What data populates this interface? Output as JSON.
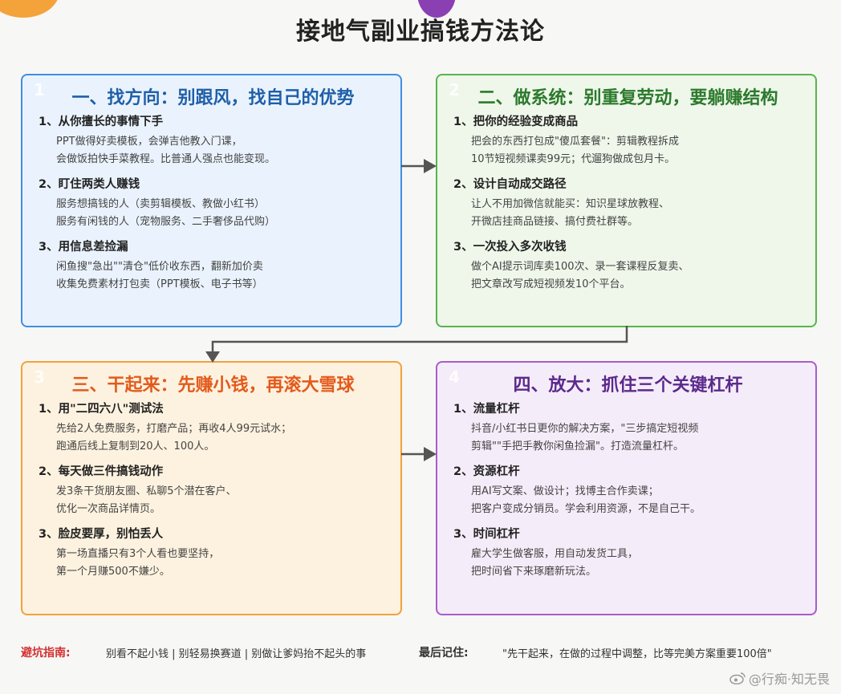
{
  "title": "接地气副业搞钱方法论",
  "colors": {
    "blue": "#3f8fe0",
    "green": "#57b54c",
    "orange": "#f0a23c",
    "purple": "#a85ccd",
    "warning_red": "#d32f2f"
  },
  "cards": [
    {
      "num": "1",
      "title": "一、找方向：别跟风，找自己的优势",
      "items": [
        {
          "head": "1、从你擅长的事情下手",
          "lines": [
            "PPT做得好卖模板，会弹吉他教入门课，",
            "会做饭拍快手菜教程。比普通人强点也能变现。"
          ]
        },
        {
          "head": "2、盯住两类人赚钱",
          "lines": [
            "服务想搞钱的人（卖剪辑模板、教做小红书）",
            "服务有闲钱的人（宠物服务、二手奢侈品代购）"
          ]
        },
        {
          "head": "3、用信息差捡漏",
          "lines": [
            "闲鱼搜\"急出\"\"清仓\"低价收东西，翻新加价卖",
            "收集免费素材打包卖（PPT模板、电子书等）"
          ]
        }
      ]
    },
    {
      "num": "2",
      "title": "二、做系统：别重复劳动，要躺赚结构",
      "items": [
        {
          "head": "1、把你的经验变成商品",
          "lines": [
            "把会的东西打包成\"傻瓜套餐\"：剪辑教程拆成",
            "10节短视频课卖99元；代遛狗做成包月卡。"
          ]
        },
        {
          "head": "2、设计自动成交路径",
          "lines": [
            "让人不用加微信就能买：知识星球放教程、",
            "开微店挂商品链接、搞付费社群等。"
          ]
        },
        {
          "head": "3、一次投入多次收钱",
          "lines": [
            "做个AI提示词库卖100次、录一套课程反复卖、",
            "把文章改写成短视频发10个平台。"
          ]
        }
      ]
    },
    {
      "num": "3",
      "title": "三、干起来：先赚小钱，再滚大雪球",
      "items": [
        {
          "head": "1、用\"二四六八\"测试法",
          "lines": [
            "先给2人免费服务，打磨产品；再收4人99元试水；",
            "跑通后线上复制到20人、100人。"
          ]
        },
        {
          "head": "2、每天做三件搞钱动作",
          "lines": [
            "发3条干货朋友圈、私聊5个潜在客户、",
            "优化一次商品详情页。"
          ]
        },
        {
          "head": "3、脸皮要厚，别怕丢人",
          "lines": [
            "第一场直播只有3个人看也要坚持，",
            "第一个月赚500不嫌少。"
          ]
        }
      ]
    },
    {
      "num": "4",
      "title": "四、放大：抓住三个关键杠杆",
      "items": [
        {
          "head": "1、流量杠杆",
          "lines": [
            "抖音/小红书日更你的解决方案，\"三步搞定短视频",
            "剪辑\"\"手把手教你闲鱼捡漏\"。打造流量杠杆。"
          ]
        },
        {
          "head": "2、资源杠杆",
          "lines": [
            "用AI写文案、做设计；找博主合作卖课；",
            "把客户变成分销员。学会利用资源，不是自己干。"
          ]
        },
        {
          "head": "3、时间杠杆",
          "lines": [
            "雇大学生做客服，用自动发货工具，",
            "把时间省下来琢磨新玩法。"
          ]
        }
      ]
    }
  ],
  "footer": {
    "warning_label": "避坑指南:",
    "warning_text": "别看不起小钱 | 别轻易换赛道 | 别做让爹妈抬不起头的事",
    "remember_label": "最后记住:",
    "remember_text": "\"先干起来，在做的过程中调整，比等完美方案重要100倍\""
  },
  "watermark": {
    "icon": "weibo-icon",
    "text": "@行痴·知无畏"
  }
}
